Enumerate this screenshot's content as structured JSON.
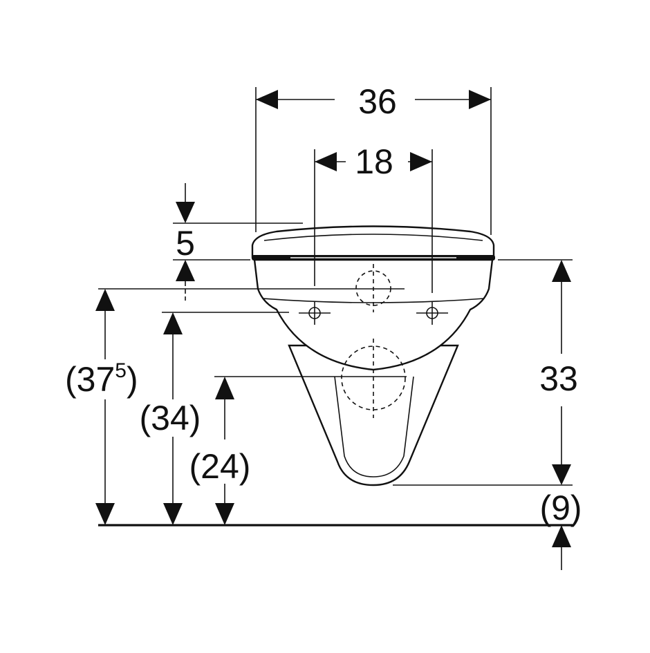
{
  "dimensions": {
    "width_total": "36",
    "fixing_spacing": "18",
    "seat_thickness": "5",
    "rim_to_bottom": "33",
    "bottom_clearance": "(9)",
    "top_fixing_height_base": "(37",
    "top_fixing_height_sup": "5",
    "top_fixing_height_close": ")",
    "lower_fixing_height": "(34)",
    "outlet_height": "(24)"
  }
}
